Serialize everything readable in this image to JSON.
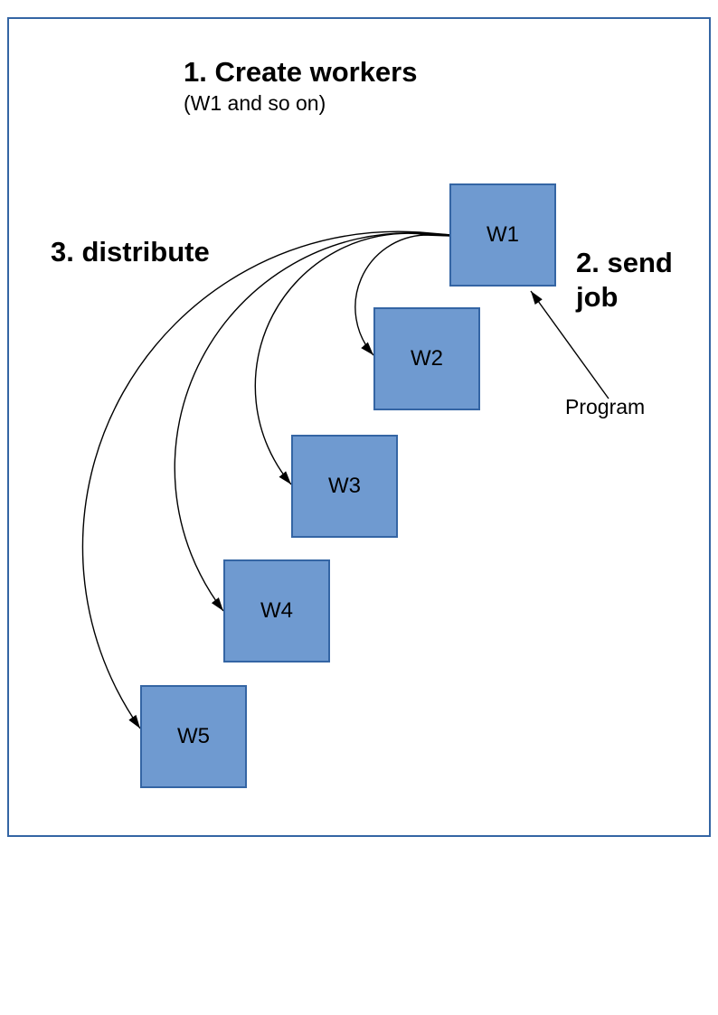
{
  "annotations": {
    "step1_title": "1. Create workers",
    "step1_subtitle": "(W1 and so on)",
    "step2_label": "2. send job",
    "step3_label": "3. distribute",
    "program_label": "Program"
  },
  "workers": [
    {
      "label": "W1"
    },
    {
      "label": "W2"
    },
    {
      "label": "W3"
    },
    {
      "label": "W4"
    },
    {
      "label": "W5"
    }
  ],
  "edges": [
    {
      "from": "Program",
      "to": "W1",
      "style": "straight",
      "meaning": "send job"
    },
    {
      "from": "W1",
      "to": "W2",
      "style": "curved",
      "meaning": "distribute"
    },
    {
      "from": "W1",
      "to": "W3",
      "style": "curved",
      "meaning": "distribute"
    },
    {
      "from": "W1",
      "to": "W4",
      "style": "curved",
      "meaning": "distribute"
    },
    {
      "from": "W1",
      "to": "W5",
      "style": "curved",
      "meaning": "distribute"
    }
  ],
  "colors": {
    "box_fill": "#6f9ad0",
    "box_border": "#3465a4",
    "frame_border": "#3465a4",
    "arrow": "#000000",
    "text": "#000000"
  }
}
